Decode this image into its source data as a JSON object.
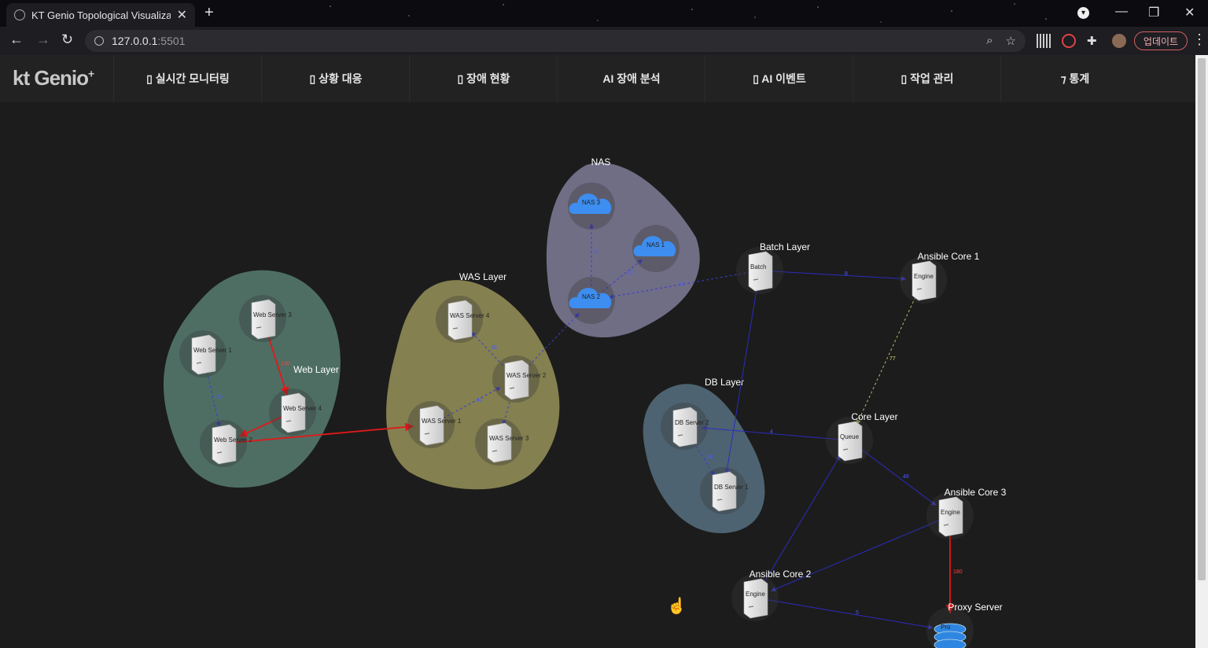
{
  "browser": {
    "tab_title": "KT Genio Topological Visualizat",
    "url_host": "127.0.0.1",
    "url_port": ":5501",
    "update_label": "업데이트"
  },
  "app": {
    "logo": "kt Genio",
    "logo_sup": "+",
    "menu": [
      {
        "label": "▯ 실시간 모니터링"
      },
      {
        "label": "▯ 상황 대응"
      },
      {
        "label": "▯ 장애 현황"
      },
      {
        "label": "AI 장애 분석"
      },
      {
        "label": "▯ AI 이벤트"
      },
      {
        "label": "▯ 작업 관리"
      },
      {
        "label": "⁊ 통계"
      }
    ]
  },
  "topology": {
    "groups": [
      {
        "id": "web",
        "label": "Web Layer",
        "color": "#5f8a7c"
      },
      {
        "id": "was",
        "label": "WAS Layer",
        "color": "#a7a261"
      },
      {
        "id": "nas",
        "label": "NAS",
        "color": "#8c8aa8"
      },
      {
        "id": "db",
        "label": "DB Layer",
        "color": "#5d7b8e"
      }
    ],
    "nodes": [
      {
        "id": "web1",
        "type": "server",
        "sub": "Web Server 1"
      },
      {
        "id": "web2",
        "type": "server",
        "sub": "Web Server 2"
      },
      {
        "id": "web3",
        "type": "server",
        "sub": "Web Server 3"
      },
      {
        "id": "web4",
        "type": "server",
        "sub": "Web Server 4"
      },
      {
        "id": "was1",
        "type": "server",
        "sub": "WAS Server 1"
      },
      {
        "id": "was2",
        "type": "server",
        "sub": "WAS Server 2"
      },
      {
        "id": "was3",
        "type": "server",
        "sub": "WAS Server 3"
      },
      {
        "id": "was4",
        "type": "server",
        "sub": "WAS Server 4"
      },
      {
        "id": "nas1",
        "type": "cloud",
        "sub": "NAS 1"
      },
      {
        "id": "nas2",
        "type": "cloud",
        "sub": "NAS 2"
      },
      {
        "id": "nas3",
        "type": "cloud",
        "sub": "NAS 3"
      },
      {
        "id": "batch",
        "type": "server",
        "label": "Batch Layer",
        "sub": "Batch"
      },
      {
        "id": "ac1",
        "type": "server",
        "label": "Ansible Core 1",
        "sub": "Engine"
      },
      {
        "id": "db1",
        "type": "server",
        "sub": "DB Server 1"
      },
      {
        "id": "db2",
        "type": "server",
        "sub": "DB Server 2"
      },
      {
        "id": "core",
        "type": "server",
        "label": "Core Layer",
        "sub": "Queue"
      },
      {
        "id": "ac3",
        "type": "server",
        "label": "Ansible Core 3",
        "sub": "Engine"
      },
      {
        "id": "ac2",
        "type": "server",
        "label": "Ansible Core 2",
        "sub": "Engine"
      },
      {
        "id": "proxy",
        "type": "database",
        "label": "Proxy Server",
        "sub": "Pro"
      }
    ],
    "edges": [
      {
        "from": "web3",
        "to": "web4",
        "kind": "red",
        "label": "130"
      },
      {
        "from": "web4",
        "to": "web2",
        "kind": "red",
        "label": ""
      },
      {
        "from": "web1",
        "to": "web2",
        "kind": "blue-dash",
        "label": "20"
      },
      {
        "from": "web2",
        "to": "was1",
        "kind": "red",
        "label": ""
      },
      {
        "from": "was1",
        "to": "was2",
        "kind": "blue-dash",
        "label": "42"
      },
      {
        "from": "was2",
        "to": "was4",
        "kind": "blue-dash",
        "label": "38"
      },
      {
        "from": "was2",
        "to": "was3",
        "kind": "blue-dash",
        "label": ""
      },
      {
        "from": "was2",
        "to": "nas2",
        "kind": "blue-dash",
        "label": ""
      },
      {
        "from": "nas2",
        "to": "nas3",
        "kind": "blue-dash",
        "label": "9"
      },
      {
        "from": "nas2",
        "to": "nas1",
        "kind": "blue-dash",
        "label": "22"
      },
      {
        "from": "batch",
        "to": "nas2",
        "kind": "blue-dash",
        "label": "12"
      },
      {
        "from": "batch",
        "to": "ac1",
        "kind": "blue",
        "label": "8"
      },
      {
        "from": "batch",
        "to": "db1",
        "kind": "blue",
        "label": ""
      },
      {
        "from": "ac1",
        "to": "core",
        "kind": "yellow-dash",
        "label": "77"
      },
      {
        "from": "core",
        "to": "db2",
        "kind": "blue",
        "label": "4"
      },
      {
        "from": "db2",
        "to": "db1",
        "kind": "blue-dash",
        "label": "16"
      },
      {
        "from": "core",
        "to": "ac3",
        "kind": "blue",
        "label": "48"
      },
      {
        "from": "ac2",
        "to": "core",
        "kind": "blue",
        "label": ""
      },
      {
        "from": "ac3",
        "to": "ac2",
        "kind": "blue",
        "label": ""
      },
      {
        "from": "ac3",
        "to": "proxy",
        "kind": "red",
        "label": "180"
      },
      {
        "from": "ac2",
        "to": "proxy",
        "kind": "blue",
        "label": "5"
      }
    ]
  }
}
